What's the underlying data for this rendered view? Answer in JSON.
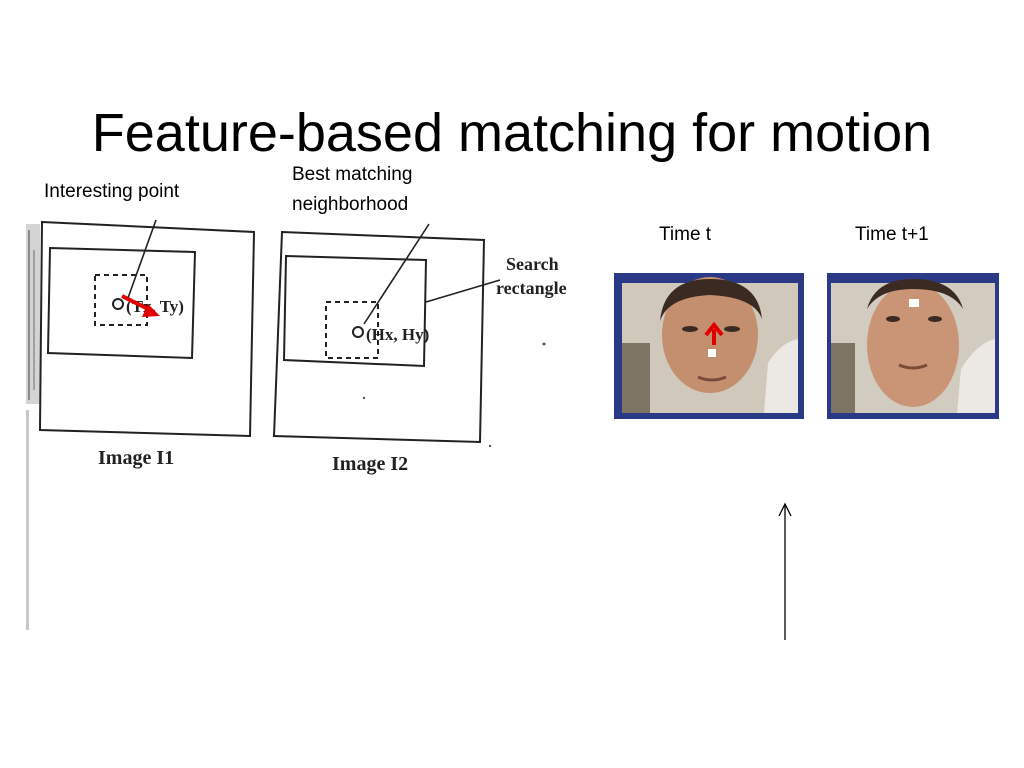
{
  "slide": {
    "title": "Feature-based matching for motion"
  },
  "diagram": {
    "interesting_point_label": "Interesting point",
    "best_match_label_line1": "Best matching",
    "best_match_label_line2": "neighborhood",
    "search_label_line1": "Search",
    "search_label_line2": "rectangle",
    "point_t": "(Tx, Ty)",
    "point_h": "(Hx, Hy)",
    "image1_caption": "Image I1",
    "image2_caption": "Image I2"
  },
  "frames": {
    "time_t_label": "Time t",
    "time_t1_label": "Time t+1",
    "frame_border_color": "#2b3a86",
    "motion_arrow_color": "#e00000"
  }
}
